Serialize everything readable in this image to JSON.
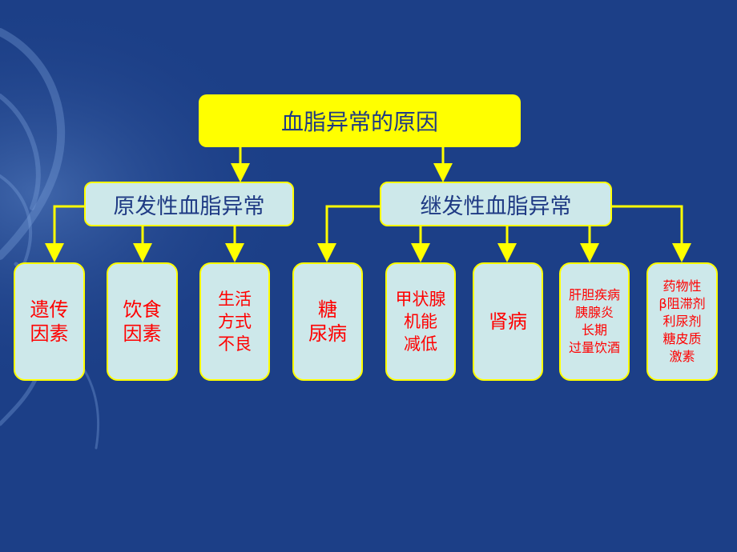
{
  "colors": {
    "background": "#1c3f87",
    "root_fill": "#ffff00",
    "box_fill": "#cde8ea",
    "border": "#ffff00",
    "title_text": "#1f3a84",
    "leaf_text": "#ff0000"
  },
  "root": {
    "label": "血脂异常的原因"
  },
  "primary": {
    "label": "原发性血脂异常",
    "children": [
      "遗传\n因素",
      "饮食\n因素",
      "生活\n方式\n不良"
    ]
  },
  "secondary": {
    "label": "继发性血脂异常",
    "children": [
      "糖\n尿病",
      "甲状腺\n机能\n减低",
      "肾病",
      "肝胆疾病\n胰腺炎\n长期\n过量饮酒",
      "药物性\nβ阻滞剂\n利尿剂\n糖皮质\n激素"
    ]
  }
}
